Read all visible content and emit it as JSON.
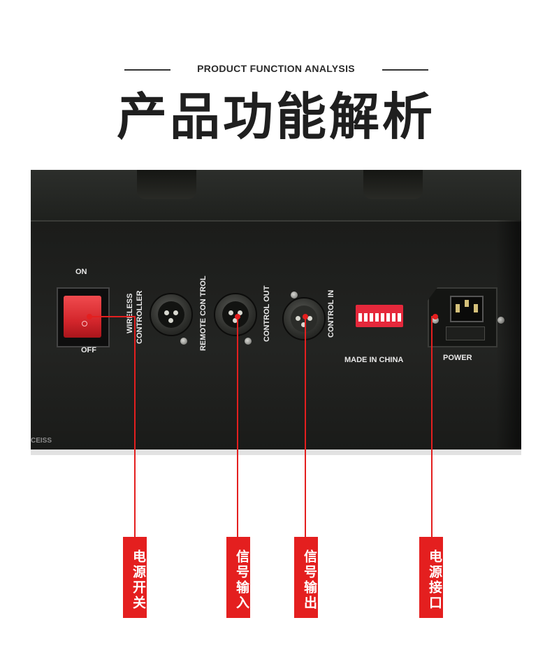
{
  "header": {
    "subtitle": "PRODUCT FUNCTION ANALYSIS",
    "title": "产品功能解析"
  },
  "panel": {
    "switch_on": "ON",
    "switch_off": "OFF",
    "wireless_line1": "WIRELESS",
    "wireless_line2": "CONTROLLER",
    "remote_control": "REMOTE CON TROL",
    "control_out": "CONTROL OUT",
    "control_in": "CONTROL IN",
    "made_in": "MADE IN CHINA",
    "power": "POWER",
    "watermark": "CEISS"
  },
  "callouts": [
    {
      "label": "电源开关"
    },
    {
      "label": "信号输入"
    },
    {
      "label": "信号输出"
    },
    {
      "label": "电源接口"
    }
  ],
  "colors": {
    "accent_red": "#e41f1f",
    "title_text": "#1f1f1f",
    "panel_black": "#1e201d"
  }
}
